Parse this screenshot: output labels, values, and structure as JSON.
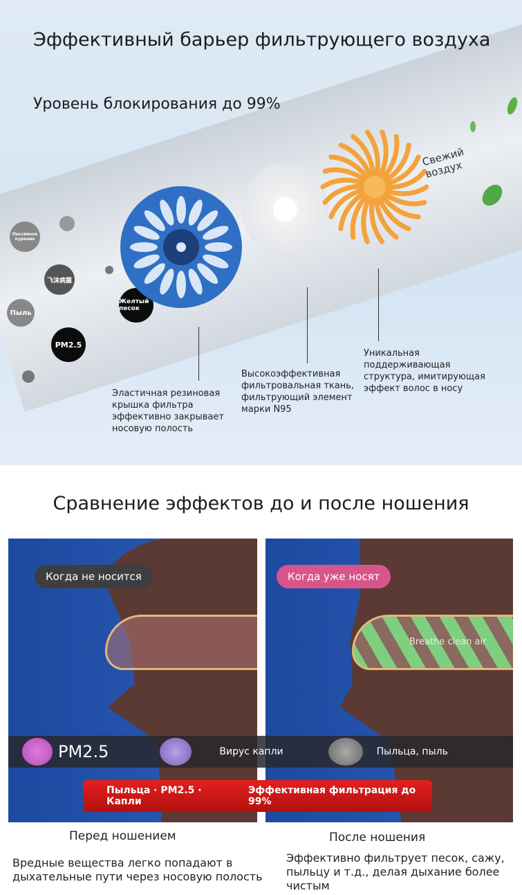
{
  "top": {
    "title": "Эффективный барьер фильтрующего воздуха",
    "subtitle": "Уровень блокирования до 99%",
    "fresh_air": "Свежий воздух",
    "particles": [
      "Пассивное курение",
      "飞沫病菌",
      "Пыль",
      "PM2.5",
      "Желтый песок"
    ],
    "labels": [
      "Эластичная резиновая крышка фильтра эффективно закрывает носовую полость",
      "Высокоэффективная фильтровальная ткань, фильтрующий элемент марки N95",
      "Уникальная поддерживающая структура, имитирующая эффект волос в носу"
    ]
  },
  "compare": {
    "title": "Сравнение эффектов до и после ношения",
    "left_bubble": "Когда не носится",
    "right_bubble": "Когда уже носят",
    "clean_air": "Breathe clean air",
    "pm": "PM2.5",
    "virus": "Вирус капли",
    "pollen": "Пыльца, пыль",
    "red_left": "Пыльца · PM2.5 · Капли",
    "red_right": "Эффективная фильтрация до 99%",
    "before_title": "Перед ношением",
    "before_text": "Вредные вещества легко попадают в дыхательные пути через носовую полость",
    "after_title": "После ношения",
    "after_text": "Эффективно фильтрует песок, сажу, пыльцу и т.д., делая дыхание более чистым"
  }
}
